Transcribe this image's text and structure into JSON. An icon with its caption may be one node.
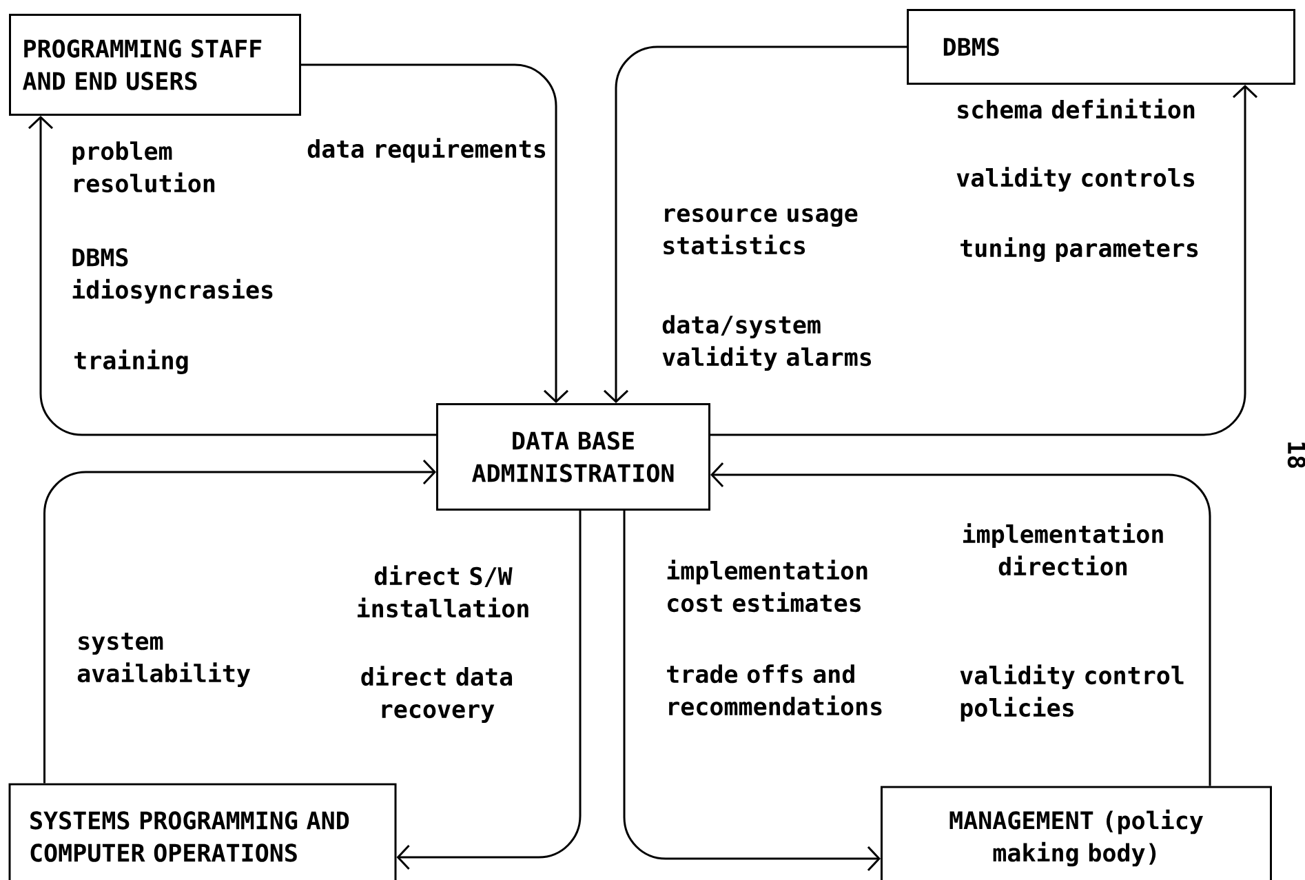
{
  "diagram": {
    "nodes": [
      {
        "text": [
          "PROGRAMMING STAFF AND END USERS"
        ]
      },
      {
        "text": [
          "DBMS"
        ]
      },
      {
        "text": [
          "DATA BASE ADMINISTRATION"
        ]
      },
      {
        "text": [
          "SYSTEMS PROGRAMMING AND COMPUTER OPERATIONS"
        ]
      },
      {
        "text": [
          "MANAGEMENT (policy making body)"
        ]
      }
    ],
    "edges": [
      {
        "from": 0,
        "to": 2,
        "arrow": "to"
      },
      {
        "from": 2,
        "to": 0,
        "arrow": "to"
      },
      {
        "from": 1,
        "to": 2,
        "arrow": "to"
      },
      {
        "from": 2,
        "to": 1,
        "arrow": "to"
      },
      {
        "from": 3,
        "to": 2,
        "arrow": "to"
      },
      {
        "from": 2,
        "to": 3,
        "arrow": "to"
      },
      {
        "from": 2,
        "to": 4,
        "arrow": "to"
      },
      {
        "from": 4,
        "to": 2,
        "arrow": "to"
      }
    ],
    "labels": [
      "problem resolution",
      "data requirements",
      "DBMS idiosyncrasies",
      "training",
      "schema definition",
      "validity controls",
      "resource usage statistics",
      "tuning parameters",
      "data/system validity alarms",
      "18",
      "implementation direction",
      "direct S/W installation",
      "implementation cost estimates",
      "system availability",
      "direct data recovery",
      "trade offs and recommendations",
      "validity control policies"
    ]
  }
}
